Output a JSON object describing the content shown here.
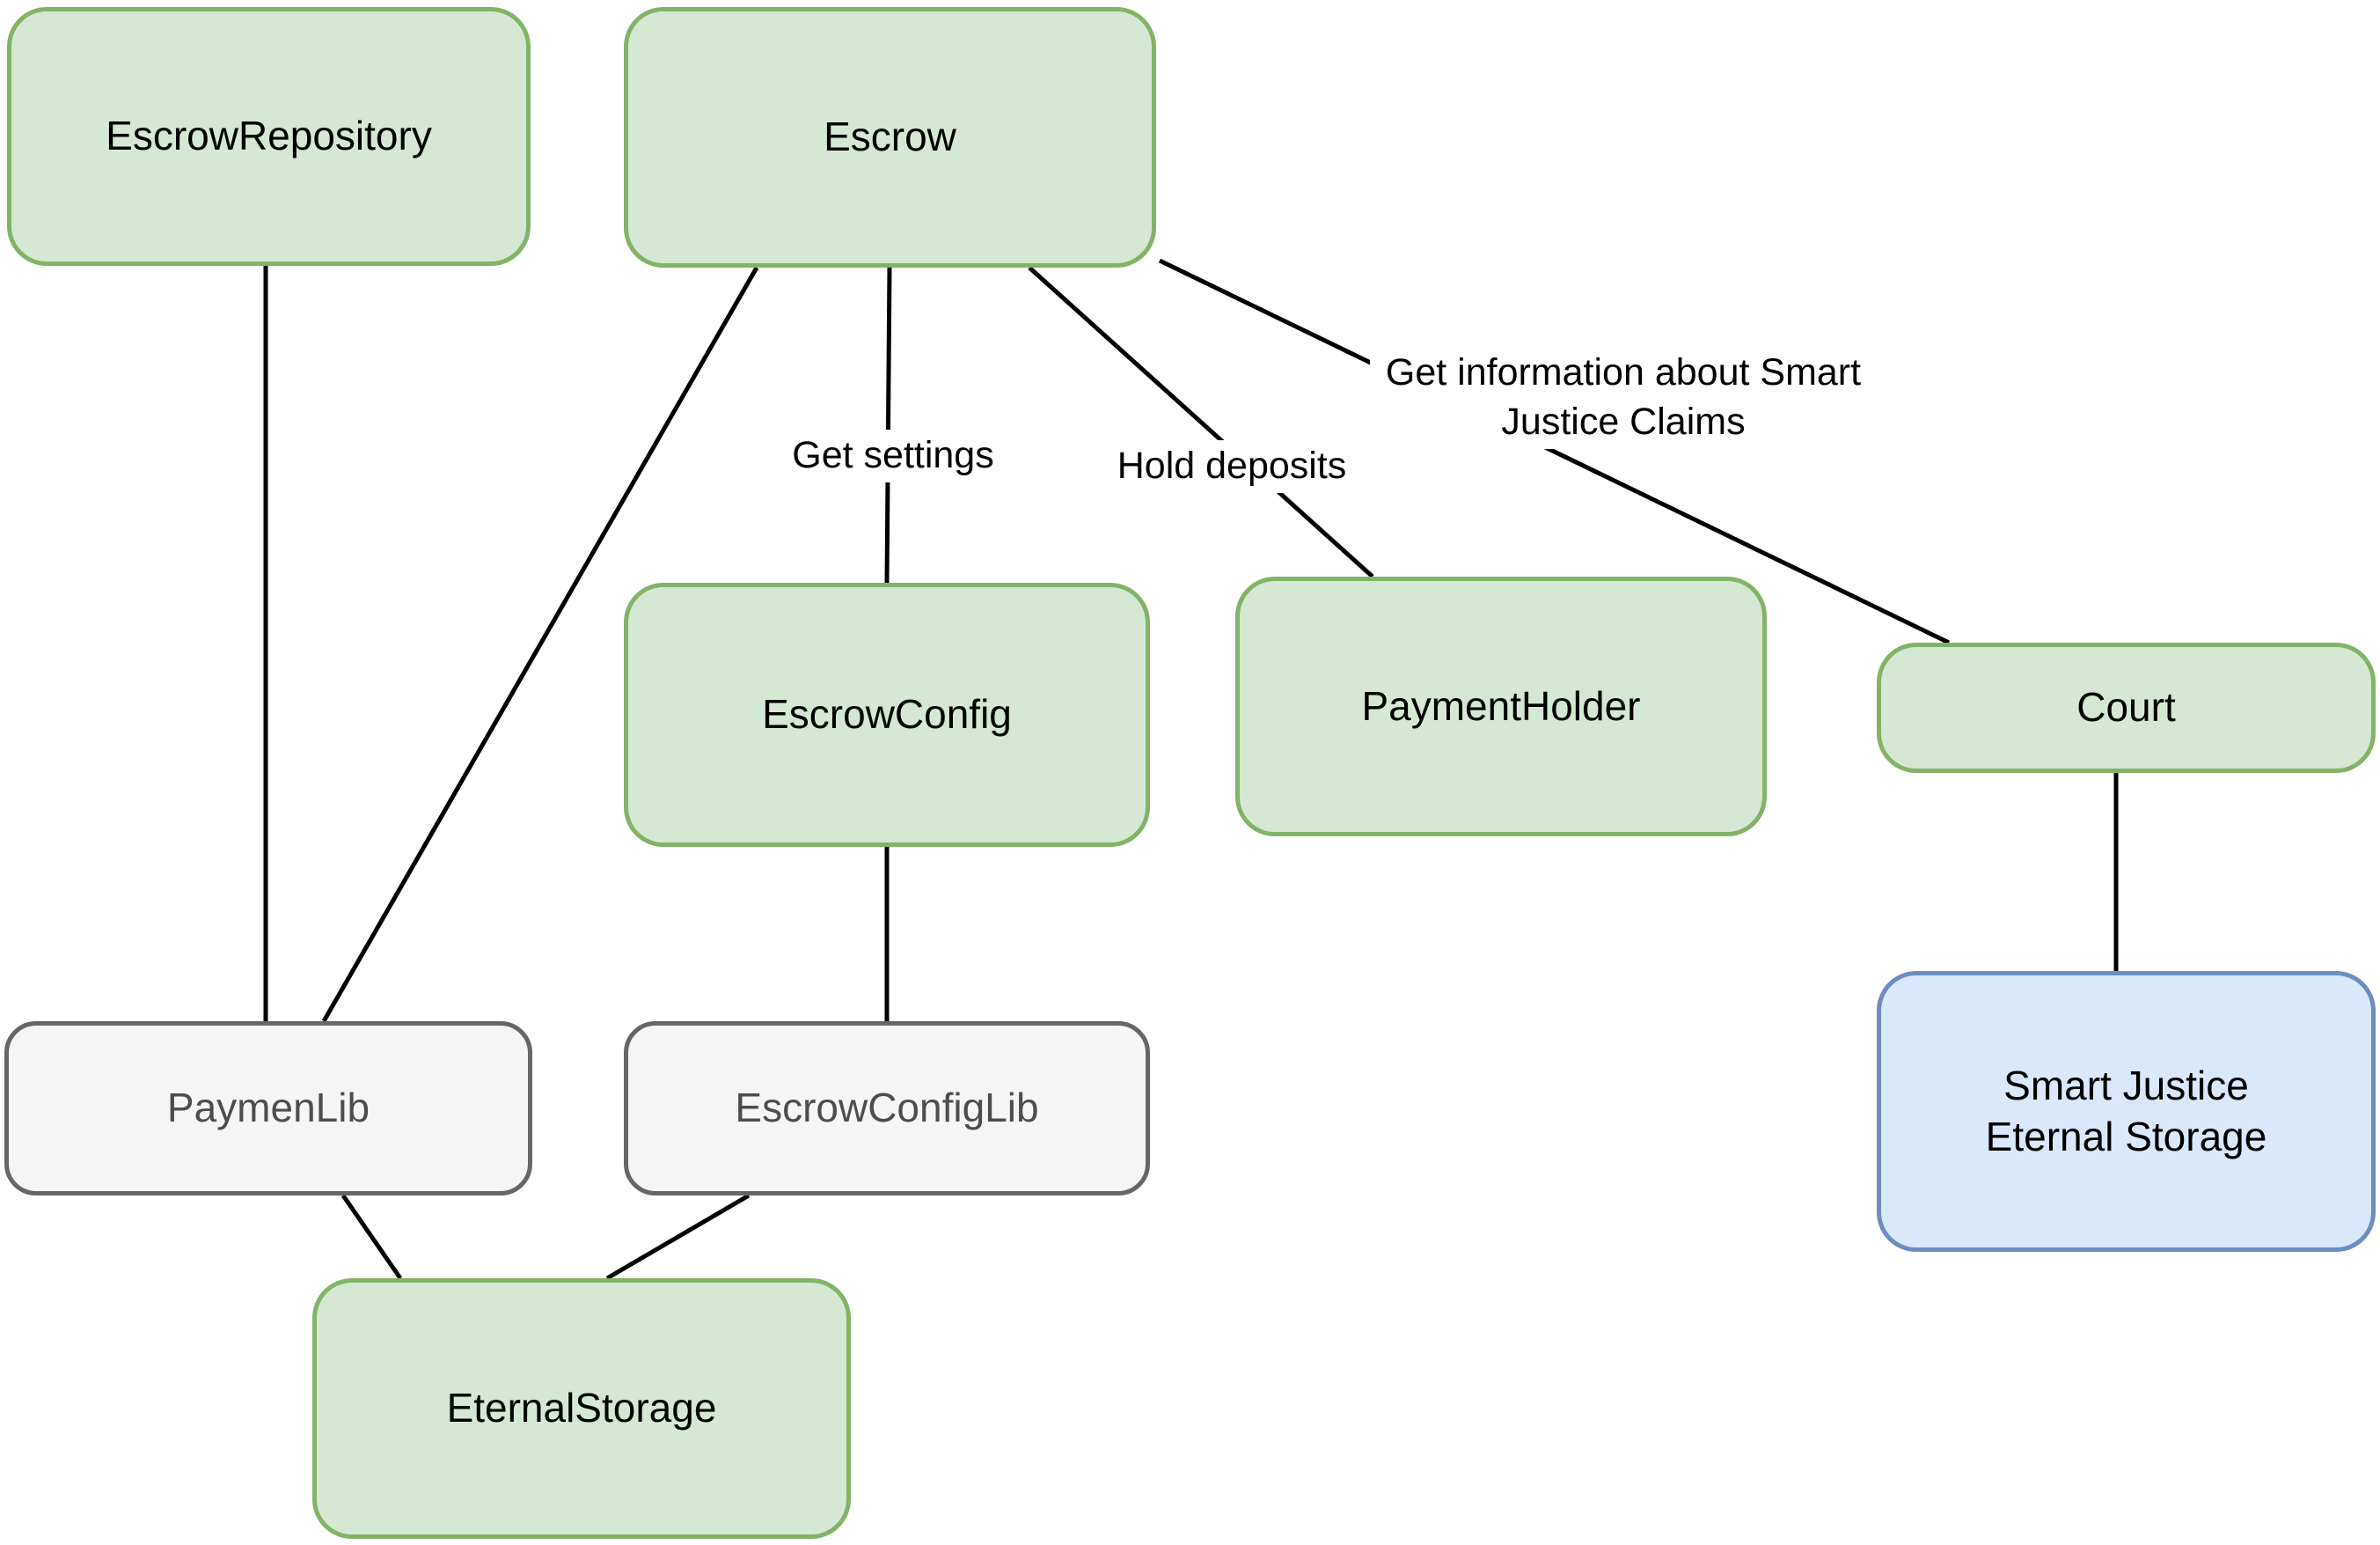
{
  "diagram": {
    "title": "Escrow smart contract architecture diagram",
    "nodes": {
      "escrow_repository": {
        "label": "EscrowRepository",
        "style": "green"
      },
      "escrow": {
        "label": "Escrow",
        "style": "green"
      },
      "escrow_config": {
        "label": "EscrowConfig",
        "style": "green"
      },
      "payment_holder": {
        "label": "PaymentHolder",
        "style": "green"
      },
      "court": {
        "label": "Court",
        "style": "green"
      },
      "paymen_lib": {
        "label": "PaymenLib",
        "style": "gray"
      },
      "escrow_config_lib": {
        "label": "EscrowConfigLib",
        "style": "gray"
      },
      "eternal_storage": {
        "label": "EternalStorage",
        "style": "green"
      },
      "smart_justice_eternal_storage": {
        "label_line1": "Smart Justice",
        "label_line2": "Eternal Storage",
        "style": "blue"
      }
    },
    "edge_labels": {
      "get_settings": "Get settings",
      "hold_deposits": "Hold deposits",
      "get_info_line1": "Get information about",
      "get_info_line2": "Smart Justice Claims"
    },
    "edges": [
      {
        "from": "escrow_repository",
        "to": "paymen_lib",
        "label": ""
      },
      {
        "from": "escrow",
        "to": "paymen_lib",
        "label": ""
      },
      {
        "from": "escrow",
        "to": "escrow_config",
        "label": "Get settings"
      },
      {
        "from": "escrow",
        "to": "payment_holder",
        "label": "Hold deposits"
      },
      {
        "from": "escrow",
        "to": "court",
        "label": "Get information about Smart Justice Claims"
      },
      {
        "from": "escrow_config",
        "to": "escrow_config_lib",
        "label": ""
      },
      {
        "from": "paymen_lib",
        "to": "eternal_storage",
        "label": ""
      },
      {
        "from": "escrow_config_lib",
        "to": "eternal_storage",
        "label": ""
      },
      {
        "from": "court",
        "to": "smart_justice_eternal_storage",
        "label": ""
      }
    ],
    "colors": {
      "green_fill": "#d5e8d4",
      "green_stroke": "#82b366",
      "gray_fill": "#f5f5f5",
      "gray_stroke": "#666666",
      "gray_text": "#4d4d4d",
      "blue_fill": "#dae8fc",
      "blue_stroke": "#6c8ebf",
      "edge_color": "#000000",
      "background": "#ffffff"
    }
  }
}
